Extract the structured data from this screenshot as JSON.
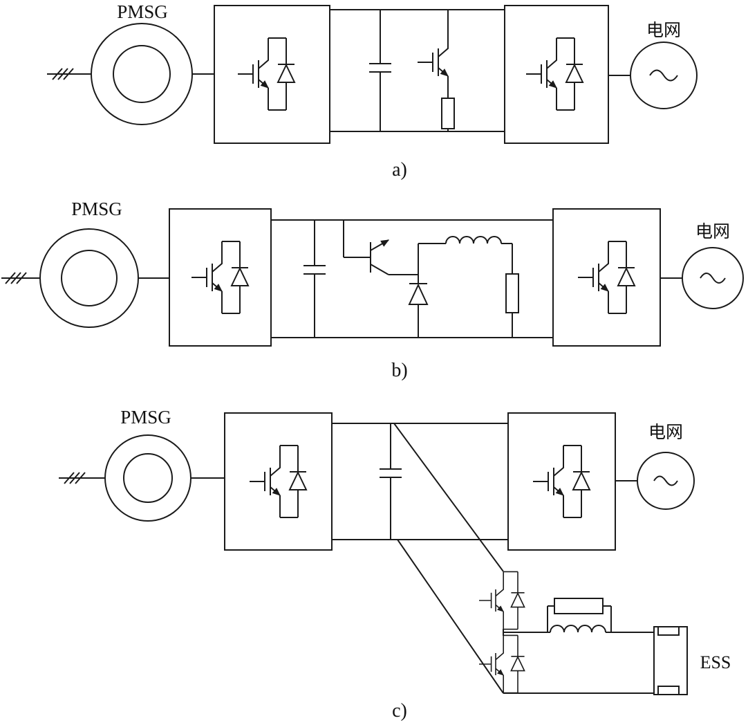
{
  "figure": {
    "background": "#ffffff",
    "line_color": "#1a1a1a",
    "panels": [
      {
        "caption": "a)",
        "generator_label": "PMSG",
        "grid_label": "电网"
      },
      {
        "caption": "b)",
        "generator_label": "PMSG",
        "grid_label": "电网"
      },
      {
        "caption": "c)",
        "generator_label": "PMSG",
        "grid_label": "电网",
        "storage_label": "ESS"
      }
    ]
  }
}
